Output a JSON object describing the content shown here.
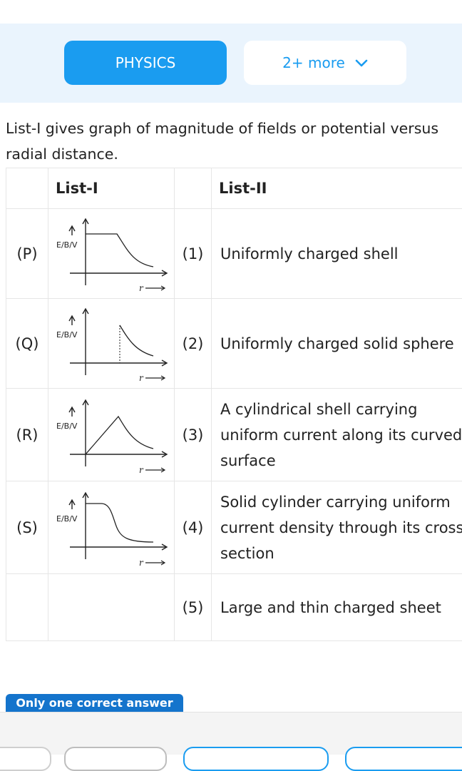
{
  "header": {
    "subject_label": "PHYSICS",
    "more_label": "2+ more",
    "accent": "#1a9cf0"
  },
  "question": {
    "text": "List-I gives graph of magnitude of fields or potential versus radial distance."
  },
  "table": {
    "list1_header": "List-I",
    "list2_header": "List-II",
    "rows": [
      {
        "label": "(P)",
        "graph_axis": "E/B/V",
        "graph_x": "r",
        "num": "(1)",
        "desc": "Uniformly charged shell"
      },
      {
        "label": "(Q)",
        "graph_axis": "E/B/V",
        "graph_x": "r",
        "num": "(2)",
        "desc": "Uniformly charged solid sphere"
      },
      {
        "label": "(R)",
        "graph_axis": "E/B/V",
        "graph_x": "r",
        "num": "(3)",
        "desc": "A cylindrical shell carrying uniform current along its curved surface"
      },
      {
        "label": "(S)",
        "graph_axis": "E/B/V",
        "graph_x": "r",
        "num": "(4)",
        "desc": "Solid cylinder carrying uniform current density through its cross-section"
      },
      {
        "label": "",
        "num": "(5)",
        "desc": "Large and thin charged sheet"
      }
    ]
  },
  "footer": {
    "answer_type": "Only one correct answer",
    "tag_color": "#1474cc"
  }
}
